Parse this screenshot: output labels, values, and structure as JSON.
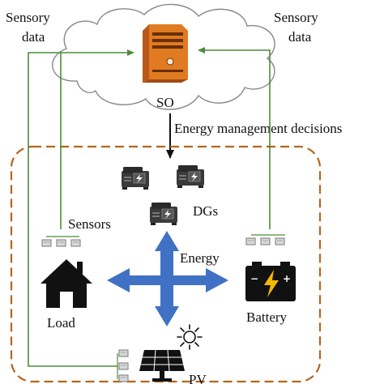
{
  "labels": {
    "sensory_data_left": [
      "Sensory",
      "data"
    ],
    "sensory_data_right": [
      "Sensory",
      "data"
    ],
    "so": "SO",
    "energy_management": "Energy management decisions",
    "dgs": "DGs",
    "sensors": "Sensors",
    "energy": "Energy",
    "load": "Load",
    "battery": "Battery",
    "pv": "PV"
  },
  "colors": {
    "feedback_line": "#4e8a3c",
    "boundary": "#b5651d",
    "energy_arrow": "#3f72c4",
    "server": "#e07b22",
    "sun": "#e8a317",
    "battery_bolt": "#f5b800"
  },
  "icons": {
    "server": "server-icon",
    "generator": "generator-icon",
    "house": "house-icon",
    "battery": "battery-icon",
    "solar_panel": "solar-panel-icon",
    "sun": "sun-icon",
    "sensor": "sensor-icon",
    "cloud": "cloud-icon"
  }
}
